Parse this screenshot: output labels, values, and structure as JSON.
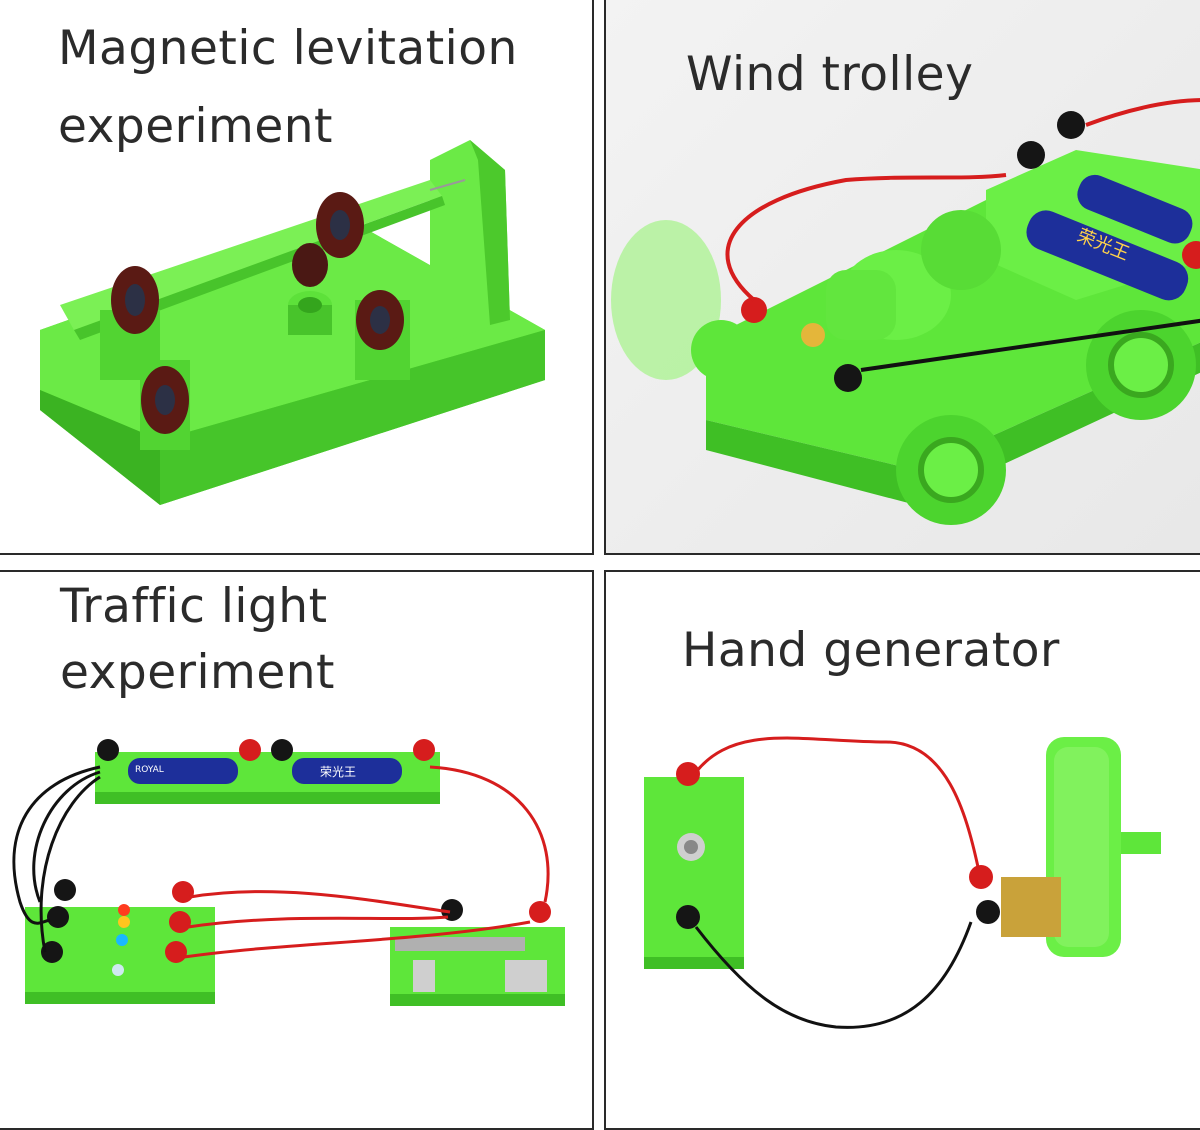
{
  "panels": [
    {
      "id": "magnetic-levitation",
      "title_lines": [
        "Magnetic levitation",
        "experiment"
      ]
    },
    {
      "id": "wind-trolley",
      "title_lines": [
        "Wind trolley"
      ]
    },
    {
      "id": "traffic-light",
      "title_lines": [
        "Traffic light",
        "experiment"
      ]
    },
    {
      "id": "hand-generator",
      "title_lines": [
        "Hand generator"
      ]
    }
  ],
  "colors": {
    "plastic_green": "#5ee63a",
    "plastic_green_dark": "#3fbf25",
    "wire_red": "#d61d1d",
    "wire_black": "#111111",
    "battery_blue": "#1d2f9a"
  },
  "battery_labels": [
    "ROYAL",
    "荣光王"
  ]
}
